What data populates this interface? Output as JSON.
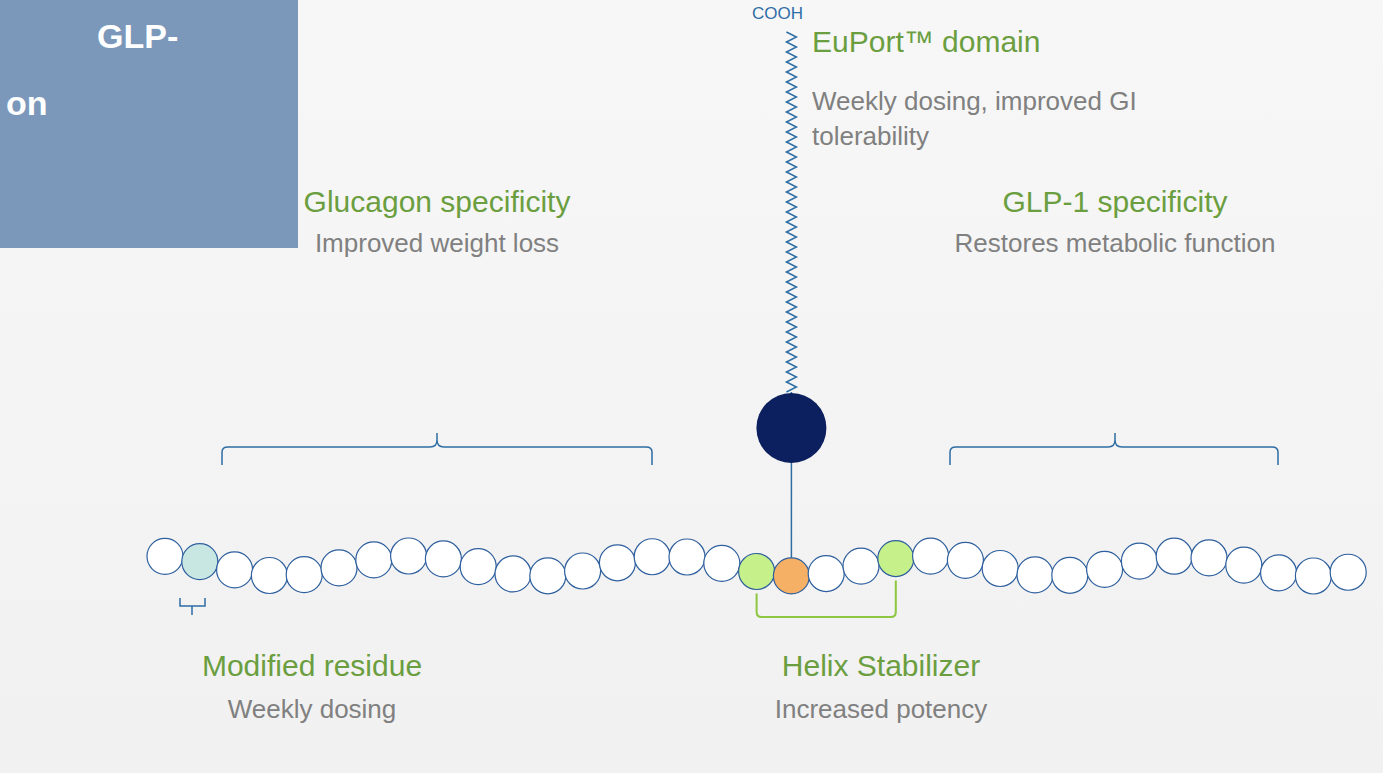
{
  "diagram": {
    "nodes": [
      {
        "text": [
          "GLP-",
          "on"
        ]
      }
    ],
    "labels": [
      "COOH",
      "EuPort™ domain",
      "Weekly dosing, improved GI tolerability",
      "Glucagon specificity",
      "Improved weight loss",
      "GLP-1 specificity",
      "Restores metabolic function",
      "Modified residue",
      "Weekly dosing",
      "Helix Stabilizer",
      "Increased potency"
    ]
  }
}
